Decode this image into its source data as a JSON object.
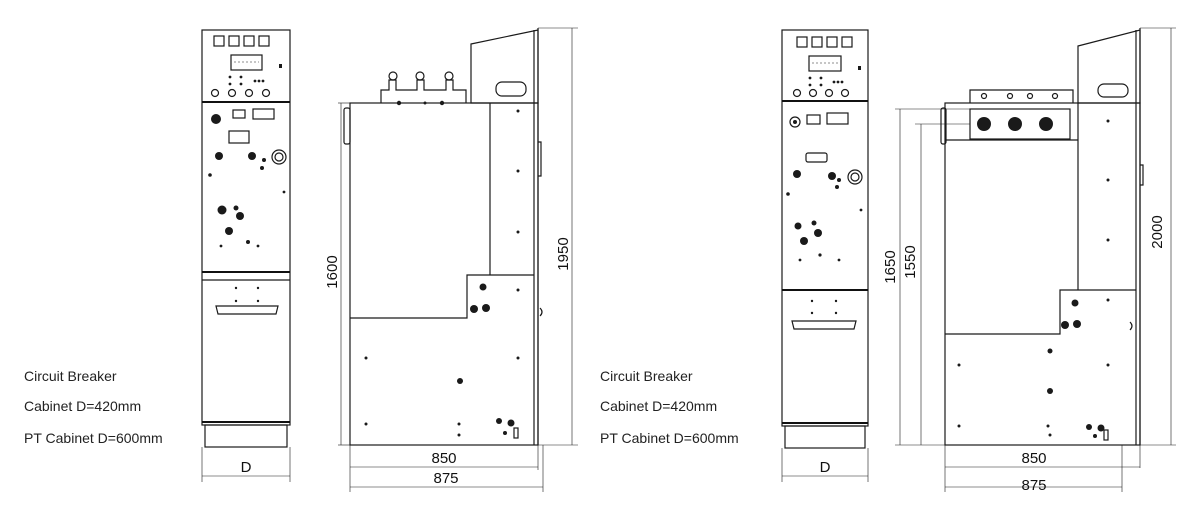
{
  "left_assembly": {
    "notes": [
      "Circuit Breaker",
      "Cabinet D=420mm",
      "PT Cabinet D=600mm"
    ],
    "front_width_label": "D",
    "side_depth_inner": "850",
    "side_depth_outer": "875",
    "height_body": "1600",
    "height_total": "1950"
  },
  "right_assembly": {
    "notes": [
      "Circuit Breaker",
      "Cabinet D=420mm",
      "PT Cabinet D=600mm"
    ],
    "front_width_label": "D",
    "side_depth_inner": "850",
    "side_depth_outer": "875",
    "height_outer": "1650",
    "height_inner": "1550",
    "height_total": "2000"
  }
}
